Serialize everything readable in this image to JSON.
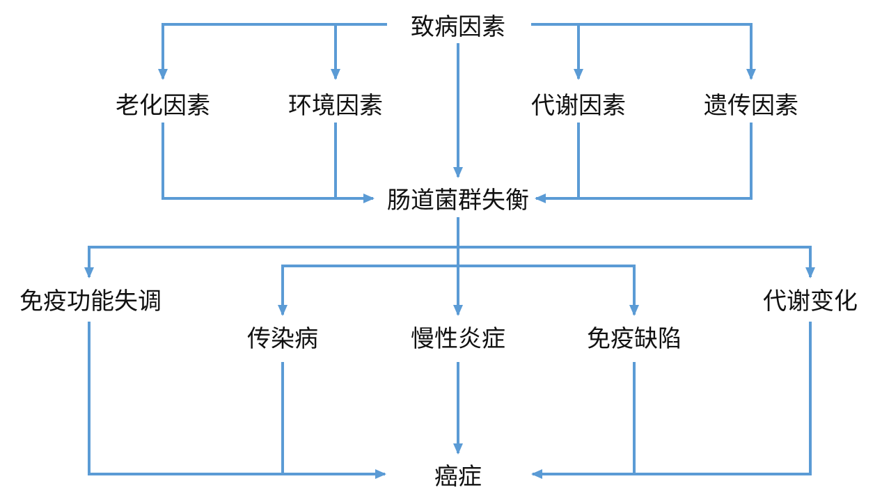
{
  "style": {
    "line_color": "#5b9bd5",
    "text_color": "#111111",
    "background": "#ffffff"
  },
  "nodes": {
    "pathogenic_factors": "致病因素",
    "aging_factors": "老化因素",
    "environmental_factors": "环境因素",
    "metabolic_factors": "代谢因素",
    "genetic_factors": "遗传因素",
    "gut_dysbiosis": "肠道菌群失衡",
    "immune_dysfunction": "免疫功能失调",
    "infectious_disease": "传染病",
    "chronic_inflammation": "慢性炎症",
    "immunodeficiency": "免疫缺陷",
    "metabolic_changes": "代谢变化",
    "cancer": "癌症"
  },
  "edges": [
    {
      "from": "pathogenic_factors",
      "to": "aging_factors"
    },
    {
      "from": "pathogenic_factors",
      "to": "environmental_factors"
    },
    {
      "from": "pathogenic_factors",
      "to": "gut_dysbiosis"
    },
    {
      "from": "pathogenic_factors",
      "to": "metabolic_factors"
    },
    {
      "from": "pathogenic_factors",
      "to": "genetic_factors"
    },
    {
      "from": "aging_factors",
      "to": "gut_dysbiosis"
    },
    {
      "from": "environmental_factors",
      "to": "gut_dysbiosis"
    },
    {
      "from": "metabolic_factors",
      "to": "gut_dysbiosis"
    },
    {
      "from": "genetic_factors",
      "to": "gut_dysbiosis"
    },
    {
      "from": "gut_dysbiosis",
      "to": "immune_dysfunction"
    },
    {
      "from": "gut_dysbiosis",
      "to": "infectious_disease"
    },
    {
      "from": "gut_dysbiosis",
      "to": "chronic_inflammation"
    },
    {
      "from": "gut_dysbiosis",
      "to": "immunodeficiency"
    },
    {
      "from": "gut_dysbiosis",
      "to": "metabolic_changes"
    },
    {
      "from": "immune_dysfunction",
      "to": "cancer"
    },
    {
      "from": "infectious_disease",
      "to": "cancer"
    },
    {
      "from": "chronic_inflammation",
      "to": "cancer"
    },
    {
      "from": "immunodeficiency",
      "to": "cancer"
    },
    {
      "from": "metabolic_changes",
      "to": "cancer"
    }
  ]
}
